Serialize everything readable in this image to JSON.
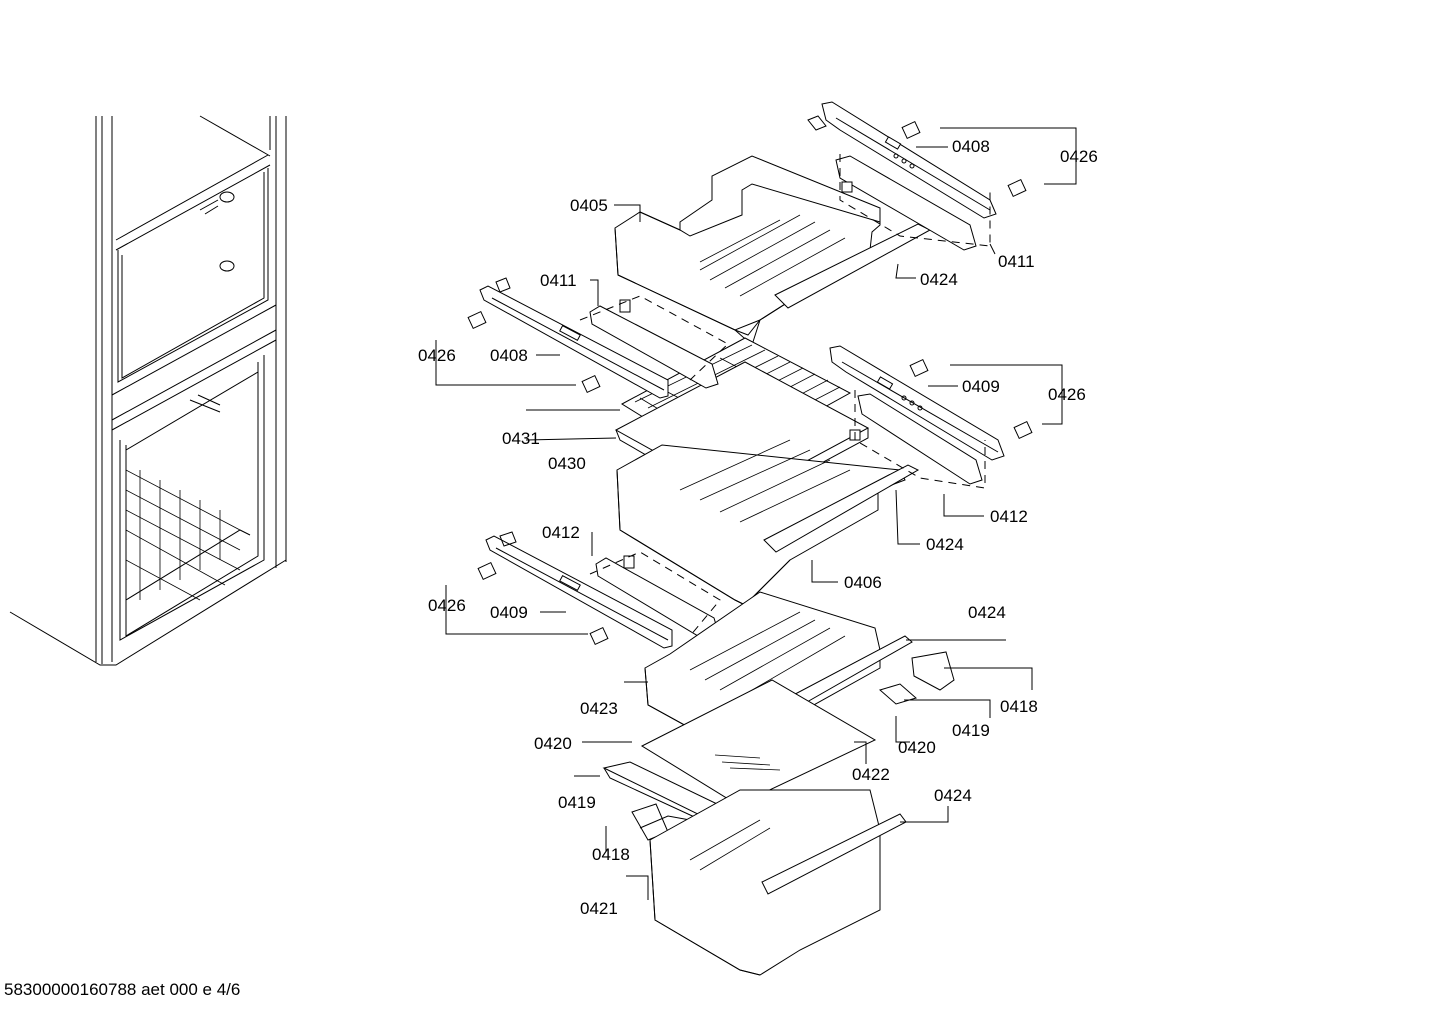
{
  "footer": "58300000160788 aet 000 e 4/6",
  "callouts": [
    "0408",
    "0426",
    "0405",
    "0411",
    "0424",
    "0426",
    "0408",
    "0411",
    "0409",
    "0426",
    "0431",
    "0430",
    "0412",
    "0424",
    "0406",
    "0412",
    "0426",
    "0409",
    "0424",
    "0423",
    "0418",
    "0419",
    "0420",
    "0420",
    "0422",
    "0419",
    "0424",
    "0418",
    "0421"
  ]
}
